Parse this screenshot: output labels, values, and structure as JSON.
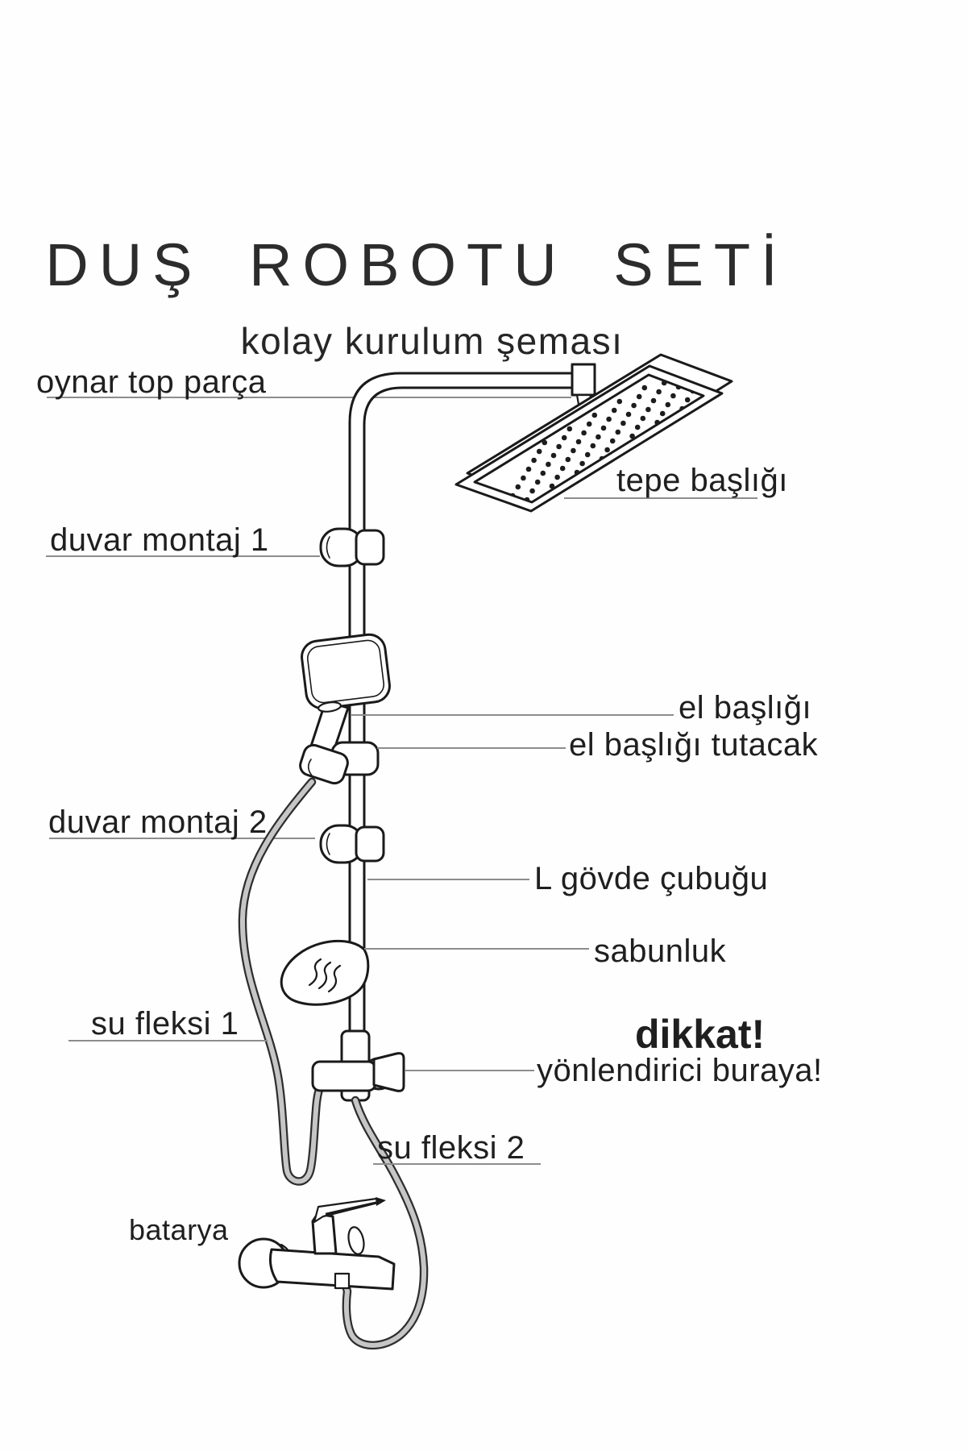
{
  "title": "DUŞ ROBOTU SETİ",
  "subtitle": "kolay kurulum şeması",
  "labels": {
    "oynar_top_parca": "oynar top parça",
    "tepe_basligi": "tepe başlığı",
    "duvar_montaj_1": "duvar montaj 1",
    "el_basligi": "el başlığı",
    "el_basligi_tutacak": "el başlığı tutacak",
    "duvar_montaj_2": "duvar montaj 2",
    "l_govde_cubugu": "L gövde çubuğu",
    "sabunluk": "sabunluk",
    "su_fleksi_1": "su fleksi 1",
    "dikkat": "dikkat!",
    "yonlendirici_buraya": "yönlendirici buraya!",
    "su_fleksi_2": "su fleksi 2",
    "batarya": "batarya"
  },
  "colors": {
    "ink": "#1f1f1f",
    "drawing_line": "#1a1a1a",
    "leader_line": "#8d8d8d",
    "hose_fill": "#c6c6c6",
    "hose_edge": "#2e2e2e"
  }
}
